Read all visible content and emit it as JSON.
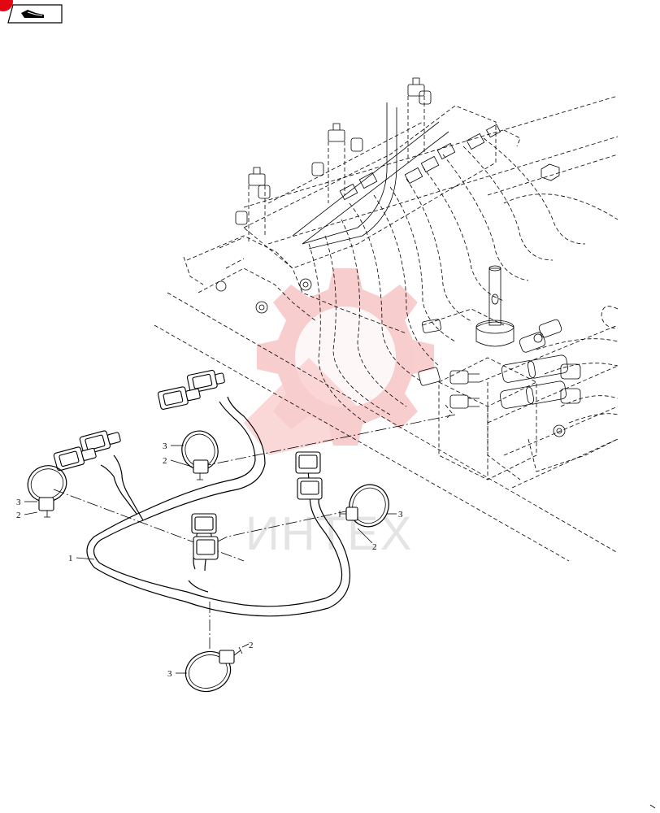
{
  "nav": {
    "back_icon": "hand-pointer-icon",
    "badge_color": "#e30613"
  },
  "watermark": {
    "text": "ИНТЕХ",
    "gear_color": "#f4a5a5"
  },
  "callouts": {
    "harness": "1",
    "clamp_left": "3",
    "bolt_left": "2",
    "clamp_mid": "3",
    "bolt_mid": "2",
    "clamp_right": "3",
    "bolt_right": "2",
    "clamp_bottom": "3",
    "bolt_bottom": "2"
  }
}
